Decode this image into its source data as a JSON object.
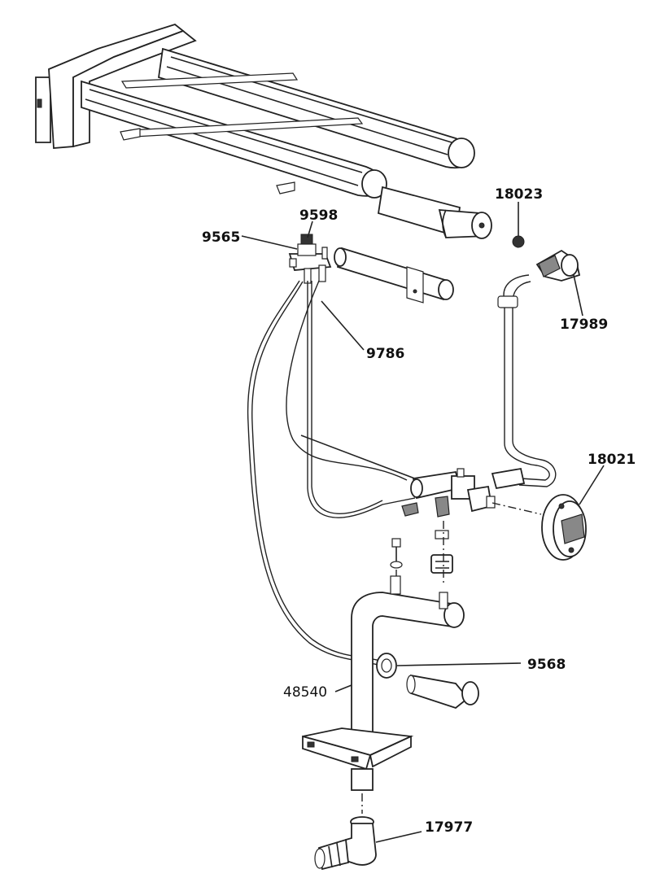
{
  "diagram": {
    "labels": [
      {
        "id": "18023",
        "text": "18023"
      },
      {
        "id": "9598",
        "text": "9598"
      },
      {
        "id": "9565",
        "text": "9565"
      },
      {
        "id": "17989",
        "text": "17989"
      },
      {
        "id": "9786",
        "text": "9786"
      },
      {
        "id": "18021",
        "text": "18021"
      },
      {
        "id": "9568",
        "text": "9568"
      },
      {
        "id": "48540",
        "text": "48540"
      },
      {
        "id": "17977",
        "text": "17977"
      }
    ]
  }
}
